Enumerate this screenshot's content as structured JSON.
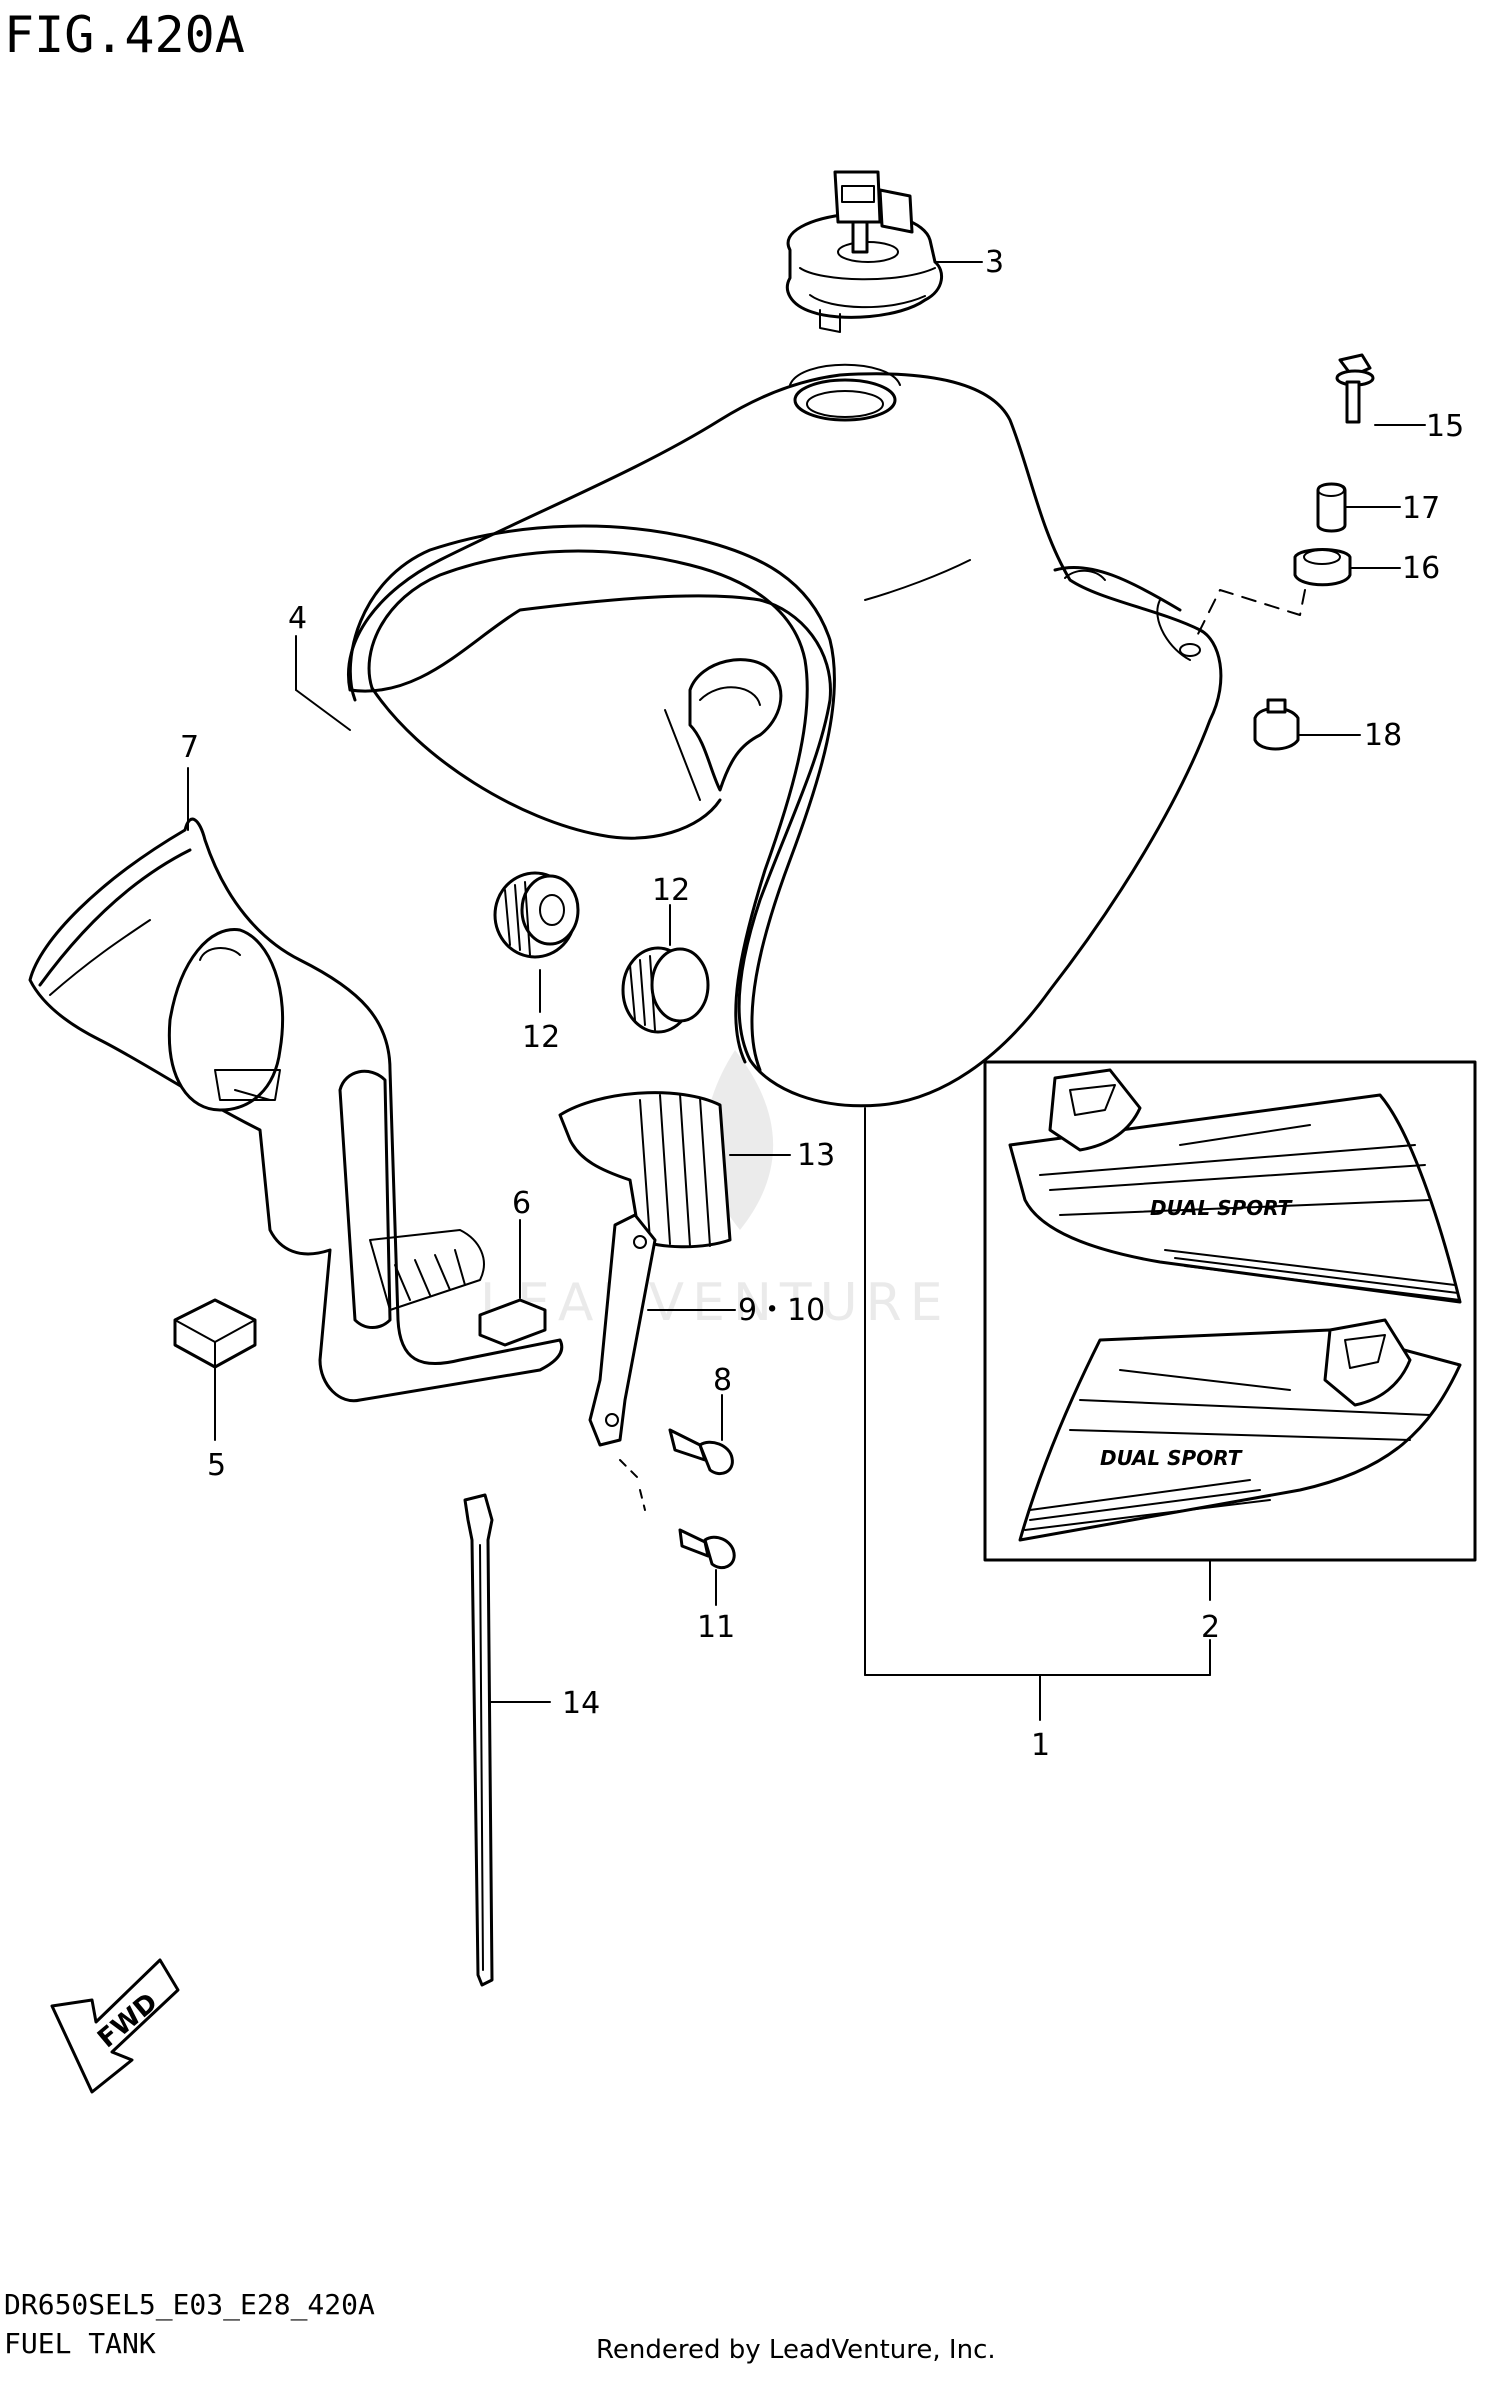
{
  "figure": {
    "title": "FIG.420A",
    "code": "DR650SEL5_E03_E28_420A",
    "name": "FUEL TANK",
    "credit": "Rendered by LeadVenture, Inc."
  },
  "watermark": {
    "text": "LEADVENTURE"
  },
  "fwd_arrow": {
    "text": "FWD"
  },
  "decal_text": {
    "upper": "DUAL SPORT",
    "lower": "DUAL SPORT"
  },
  "callouts": {
    "c1": "1",
    "c2": "2",
    "c3": "3",
    "c4": "4",
    "c5": "5",
    "c6": "6",
    "c7": "7",
    "c8": "8",
    "c9_10": "9・10",
    "c11": "11",
    "c12a": "12",
    "c12b": "12",
    "c13": "13",
    "c14": "14",
    "c15": "15",
    "c16": "16",
    "c17": "17",
    "c18": "18"
  }
}
